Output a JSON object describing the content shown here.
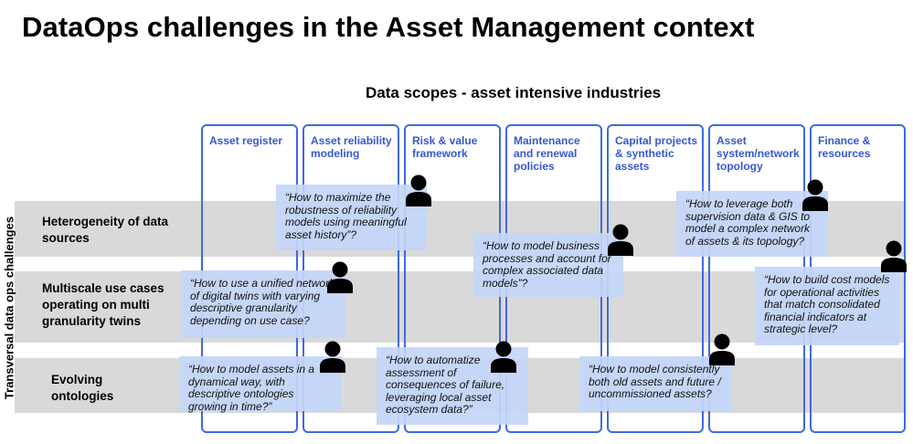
{
  "title": "DataOps challenges in the Asset Management context",
  "subtitle": "Data scopes - asset intensive industries",
  "y_axis_label": "Transversal data ops challenges",
  "colors": {
    "column_border": "#4169e1",
    "column_header_text": "#3557d4",
    "row_band": "#d9d9d9",
    "quote_box": "#c4d6f8"
  },
  "columns": [
    {
      "label": "Asset register"
    },
    {
      "label": "Asset reliability modeling"
    },
    {
      "label": "Risk & value framework"
    },
    {
      "label": "Maintenance and renewal policies"
    },
    {
      "label": "Capital projects & synthetic assets"
    },
    {
      "label": "Asset system/network topology"
    },
    {
      "label": "Finance & resources"
    }
  ],
  "rows": [
    {
      "label": "Heterogeneity of data sources"
    },
    {
      "label": "Multiscale use cases operating on multi granularity twins"
    },
    {
      "label": "Evolving ontologies"
    }
  ],
  "quotes": [
    {
      "text": "“How to maximize the robustness of reliability models using meaningful asset history”?",
      "icon": "person-icon"
    },
    {
      "text": "“How to leverage both supervision data & GIS to model a complex network of assets & its topology?",
      "icon": "person-icon"
    },
    {
      "text": "“How to model business processes and account for complex associated data models”?",
      "icon": "person-icon"
    },
    {
      "text": "“How to build cost models for operational activities that match consolidated financial indicators at strategic level?",
      "icon": "person-icon"
    },
    {
      "text": "“How to use a unified network of digital twins with varying descriptive granularity depending on use case?",
      "icon": "person-icon"
    },
    {
      "text": "“How to model assets in a dynamical way, with descriptive ontologies growing in time?”",
      "icon": "person-icon"
    },
    {
      "text": "“How to automatize assessment of consequences of failure, leveraging local asset ecosystem data?”",
      "icon": "person-icon"
    },
    {
      "text": "“How to model consistently both old assets and future / uncommissioned assets?",
      "icon": "person-icon"
    }
  ]
}
